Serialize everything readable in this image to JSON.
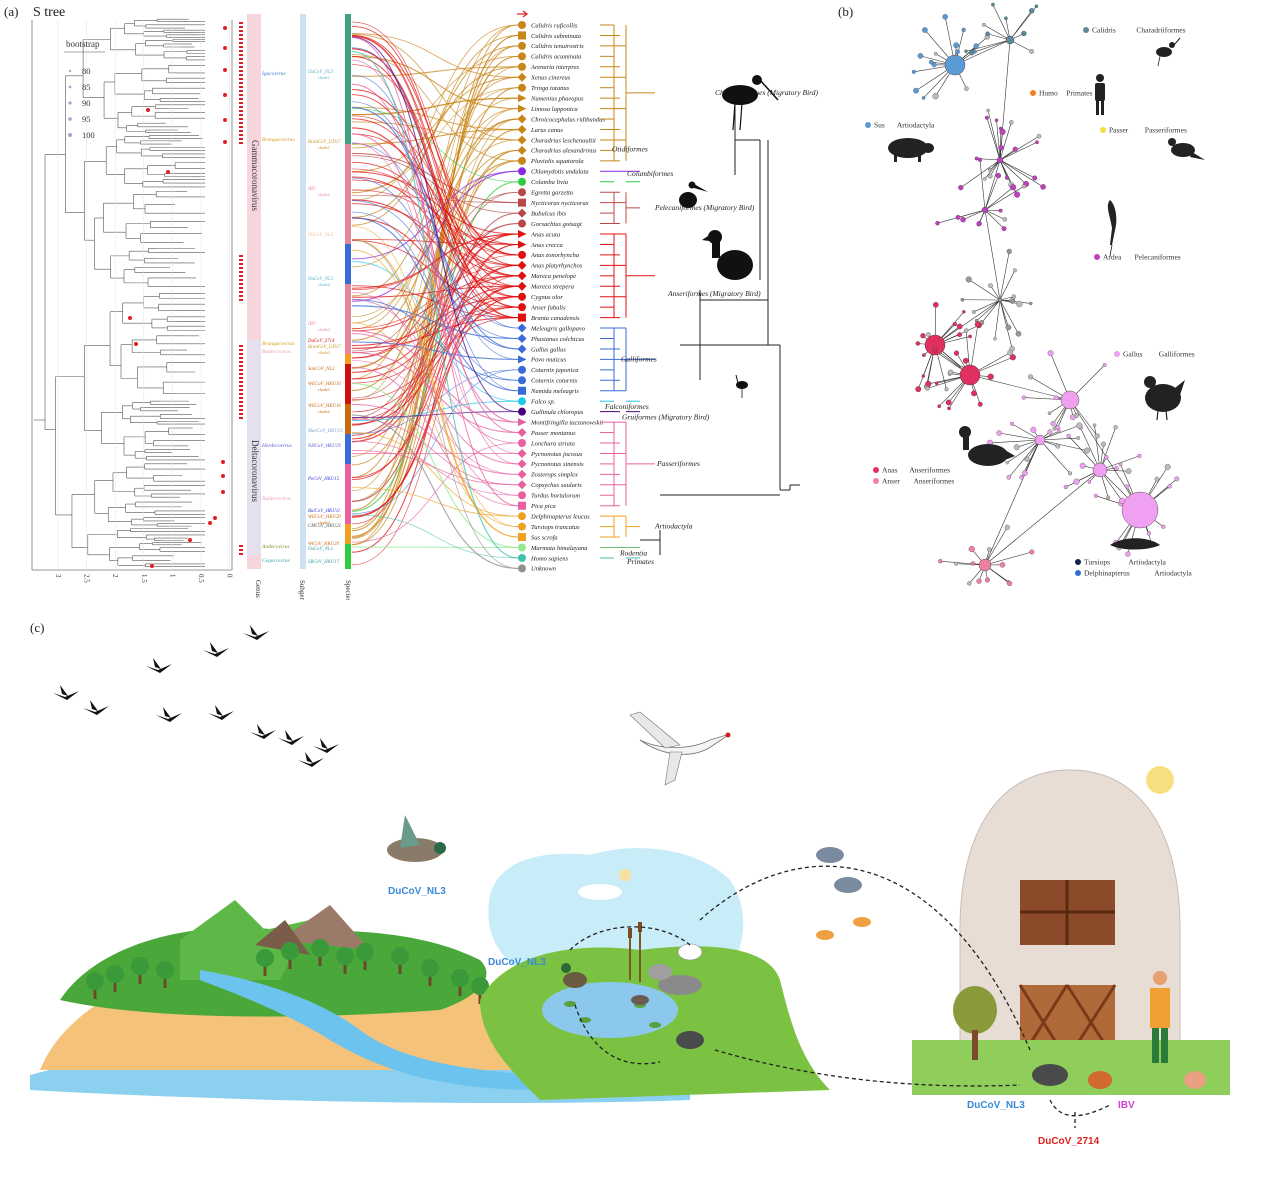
{
  "panel_a": {
    "label": "(a)",
    "title": "S tree",
    "bootstrap_legend": {
      "title": "bootstrap",
      "values": [
        "80",
        "85",
        "90",
        "95",
        "100"
      ]
    },
    "axis_ticks": [
      "3",
      "2.5",
      "2",
      "1.5",
      "1",
      "0.5",
      "0"
    ],
    "column_labels": [
      "Genus",
      "Subgenus",
      "Species"
    ],
    "genus_bands": [
      "Gammacoronavirus",
      "Deltacoronavirus"
    ],
    "subgenus": [
      {
        "name": "Igacovirus",
        "color": "#3a7bd5"
      },
      {
        "name": "Brangacovirus",
        "color": "#d4a017"
      },
      {
        "name": "Brangacovirus",
        "color": "#d4a017"
      },
      {
        "name": "Buldecovirus",
        "color": "#e9a3b1"
      },
      {
        "name": "Herdecovirus",
        "color": "#5b5bd6"
      },
      {
        "name": "Buldecovirus",
        "color": "#e9a3b1"
      },
      {
        "name": "Andecovirus",
        "color": "#7a9a2a"
      },
      {
        "name": "Cegacovirus",
        "color": "#3aa0a0"
      }
    ],
    "clades": [
      {
        "name": "DuCoV_NL3",
        "sub": "clade1",
        "color": "#5bb0c8"
      },
      {
        "name": "BcanCoV_UD17",
        "sub": "clade1",
        "color": "#c8901f"
      },
      {
        "name": "IBV",
        "sub": "clade1",
        "color": "#e8859a"
      },
      {
        "name": "DuCoV_NL3",
        "sub": "",
        "color": "#f0c090"
      },
      {
        "name": "DuCoV_NL3",
        "sub": "clade2",
        "color": "#5bb0c8"
      },
      {
        "name": "IBV",
        "sub": "clade2",
        "color": "#e8859a"
      },
      {
        "name": "DuCoV_2714",
        "sub": "",
        "color": "#d01010"
      },
      {
        "name": "BcanCoV_UD17",
        "sub": "clade2",
        "color": "#c8901f"
      },
      {
        "name": "SanCoV_NL2",
        "sub": "",
        "color": "#c86a10"
      },
      {
        "name": "WECoV_HKU16",
        "sub": "clade1",
        "color": "#c86a10"
      },
      {
        "name": "WECoV_HKU16",
        "sub": "clade2",
        "color": "#c86a10"
      },
      {
        "name": "MunCoV_HKU13",
        "sub": "",
        "color": "#7aa0d0"
      },
      {
        "name": "NHCoV_HKU19",
        "sub": "",
        "color": "#5b5bd6"
      },
      {
        "name": "PoCoV_HKU15",
        "sub": "",
        "color": "#3a3ad6"
      },
      {
        "name": "BulCoV_HKU11",
        "sub": "",
        "color": "#3a3ad6"
      },
      {
        "name": "WECoV_HKU20",
        "sub": "clade1",
        "color": "#c86a10"
      },
      {
        "name": "CMCoV_HKU21",
        "sub": "",
        "color": "#555555"
      },
      {
        "name": "WiCoV_HKU20",
        "sub": "",
        "color": "#c86a10"
      },
      {
        "name": "DuCoV_NL1",
        "sub": "",
        "color": "#3aa0a0"
      },
      {
        "name": "SBCoV_HKU17",
        "sub": "",
        "color": "#3aa0a0"
      }
    ],
    "species": [
      {
        "name": "Calidris ruficollis",
        "shape": "circle",
        "color": "#c8861a"
      },
      {
        "name": "Calidris subminuta",
        "shape": "square",
        "color": "#c8861a"
      },
      {
        "name": "Calidris tenuirostris",
        "shape": "circle",
        "color": "#c8861a"
      },
      {
        "name": "Calidris acuminata",
        "shape": "circle",
        "color": "#c8861a"
      },
      {
        "name": "Arenaria interpres",
        "shape": "circle",
        "color": "#c8861a"
      },
      {
        "name": "Xenus cinereus",
        "shape": "diamond",
        "color": "#c8861a"
      },
      {
        "name": "Tringa totanus",
        "shape": "circle",
        "color": "#c8861a"
      },
      {
        "name": "Numenius phaeopus",
        "shape": "triangle",
        "color": "#c8861a"
      },
      {
        "name": "Limosa lapponica",
        "shape": "triangle",
        "color": "#c8861a"
      },
      {
        "name": "Chroicocephalus ridibundus",
        "shape": "diamond",
        "color": "#c8861a"
      },
      {
        "name": "Larus canus",
        "shape": "diamond",
        "color": "#c8861a"
      },
      {
        "name": "Charadrius leschenaultii",
        "shape": "diamond",
        "color": "#c8861a"
      },
      {
        "name": "Charadrius alexandrinus",
        "shape": "diamond",
        "color": "#c8861a"
      },
      {
        "name": "Pluvialis squatarola",
        "shape": "circle",
        "color": "#c8861a"
      },
      {
        "name": "Chlamydotis undulata",
        "shape": "circle",
        "color": "#8a2be2"
      },
      {
        "name": "Columba livia",
        "shape": "circle",
        "color": "#2ecc40"
      },
      {
        "name": "Egretta garzetta",
        "shape": "circle",
        "color": "#b84848"
      },
      {
        "name": "Nycticorax nycticorax",
        "shape": "square",
        "color": "#b84848"
      },
      {
        "name": "Bubulcus ibis",
        "shape": "diamond",
        "color": "#b84848"
      },
      {
        "name": "Gorsachius goisagi",
        "shape": "circle",
        "color": "#b84848"
      },
      {
        "name": "Anas acuta",
        "shape": "triangle",
        "color": "#e01010"
      },
      {
        "name": "Anas crecca",
        "shape": "triangle",
        "color": "#e01010"
      },
      {
        "name": "Anas zonorhyncha",
        "shape": "circle",
        "color": "#e01010"
      },
      {
        "name": "Anas platyrhynchos",
        "shape": "diamond",
        "color": "#e01010"
      },
      {
        "name": "Mareca penelope",
        "shape": "diamond",
        "color": "#e01010"
      },
      {
        "name": "Mareca strepera",
        "shape": "diamond",
        "color": "#e01010"
      },
      {
        "name": "Cygnus olor",
        "shape": "circle",
        "color": "#e01010"
      },
      {
        "name": "Anser fabalis",
        "shape": "circle",
        "color": "#e01010"
      },
      {
        "name": "Branta canadensis",
        "shape": "square",
        "color": "#e01010"
      },
      {
        "name": "Meleagris gallopavo",
        "shape": "diamond",
        "color": "#3a6ad8"
      },
      {
        "name": "Phasianus colchicus",
        "shape": "diamond",
        "color": "#3a6ad8"
      },
      {
        "name": "Gallus gallus",
        "shape": "diamond",
        "color": "#3a6ad8"
      },
      {
        "name": "Pavo muticus",
        "shape": "triangle",
        "color": "#3a6ad8"
      },
      {
        "name": "Coturnix japonica",
        "shape": "circle",
        "color": "#3a6ad8"
      },
      {
        "name": "Coturnix coturnix",
        "shape": "circle",
        "color": "#3a6ad8"
      },
      {
        "name": "Numida meleagris",
        "shape": "square",
        "color": "#3a6ad8"
      },
      {
        "name": "Falco sp.",
        "shape": "circle",
        "color": "#1fc8e8"
      },
      {
        "name": "Gallinula chloropus",
        "shape": "circle",
        "color": "#4b0082"
      },
      {
        "name": "Montifringilla taczanowskii",
        "shape": "triangle",
        "color": "#e860a0"
      },
      {
        "name": "Passer montanus",
        "shape": "diamond",
        "color": "#e860a0"
      },
      {
        "name": "Lonchura striata",
        "shape": "circle",
        "color": "#e860a0"
      },
      {
        "name": "Pycnonotus jocosus",
        "shape": "diamond",
        "color": "#e860a0"
      },
      {
        "name": "Pycnonotus sinensis",
        "shape": "diamond",
        "color": "#e860a0"
      },
      {
        "name": "Zosterops simplex",
        "shape": "diamond",
        "color": "#e860a0"
      },
      {
        "name": "Copsychus saularis",
        "shape": "diamond",
        "color": "#e860a0"
      },
      {
        "name": "Turdus hortulorum",
        "shape": "circle",
        "color": "#e860a0"
      },
      {
        "name": "Pica pica",
        "shape": "square",
        "color": "#e860a0"
      },
      {
        "name": "Delphinapterus leucas",
        "shape": "circle",
        "color": "#f0a020"
      },
      {
        "name": "Tursiops truncatus",
        "shape": "circle",
        "color": "#f0a020"
      },
      {
        "name": "Sus scrofa",
        "shape": "square",
        "color": "#f0a020"
      },
      {
        "name": "Marmota himalayana",
        "shape": "circle",
        "color": "#90e890"
      },
      {
        "name": "Homo sapiens",
        "shape": "circle",
        "color": "#40c0b0"
      },
      {
        "name": "Unknown",
        "shape": "circle",
        "color": "#909090"
      }
    ],
    "orders": [
      {
        "name": "Charadriiformes (Migratory Bird)",
        "color": "#c8861a"
      },
      {
        "name": "Otidiformes",
        "color": "#8a2be2"
      },
      {
        "name": "Columbiformes",
        "color": "#2ecc40"
      },
      {
        "name": "Pelecaniformes (Migratory Bird)",
        "color": "#b84848"
      },
      {
        "name": "Anseriformes (Migratory Bird)",
        "color": "#e01010"
      },
      {
        "name": "Galliformes",
        "color": "#3a6ad8"
      },
      {
        "name": "Falconiformes",
        "color": "#1fc8e8"
      },
      {
        "name": "Gruiformes (Migratory Bird)",
        "color": "#4b0082"
      },
      {
        "name": "Passeriformes",
        "color": "#e860a0"
      },
      {
        "name": "Artiodactyla",
        "color": "#f0a020"
      },
      {
        "name": "Rodentia",
        "color": "#70c070"
      },
      {
        "name": "Primates",
        "color": "#40c0b0"
      }
    ]
  },
  "panel_b": {
    "label": "(b)",
    "legend": [
      {
        "genus": "Calidris",
        "order": "Charadriiformes",
        "color": "#5b8a9a"
      },
      {
        "genus": "Humo",
        "order": "Primates",
        "color": "#f08020"
      },
      {
        "genus": "Sus",
        "order": "Artiodactyla",
        "color": "#5b9bd5"
      },
      {
        "genus": "Passer",
        "order": "Passeriformes",
        "color": "#f0e040"
      },
      {
        "genus": "Ardea",
        "order": "Pelecaniformes",
        "color": "#c040c0"
      },
      {
        "genus": "Gallus",
        "order": "Galliformes",
        "color": "#f0a0f0"
      },
      {
        "genus": "Anas",
        "order": "Anseriformes",
        "color": "#e03060"
      },
      {
        "genus": "Anser",
        "order": "Anseriformes",
        "color": "#f080a0"
      },
      {
        "genus": "Tursiops",
        "order": "Artiodactyla",
        "color": "#102050"
      },
      {
        "genus": "Delphinapterus",
        "order": "Artiodactyla",
        "color": "#3070d0"
      }
    ]
  },
  "panel_c": {
    "label": "(c)",
    "virus_labels": [
      {
        "text": "DuCoV_NL3",
        "color": "#3a8ad8"
      },
      {
        "text": "DuCoV_NL3",
        "color": "#3a8ad8"
      },
      {
        "text": "DuCoV_NL3",
        "color": "#3a8ad8"
      },
      {
        "text": "IBV",
        "color": "#d040d0"
      },
      {
        "text": "DuCoV_2714",
        "color": "#e02020"
      }
    ]
  },
  "colors": {
    "genus_band_1": "#f6d5dc",
    "genus_band_2": "#e4e0ee",
    "subgenus_column": "#cfe2f3",
    "sky": "#c8ecf8",
    "grass": "#7cc242",
    "water": "#8cd0f0",
    "sand": "#f5c27a",
    "barn": "#e8ddd5"
  }
}
